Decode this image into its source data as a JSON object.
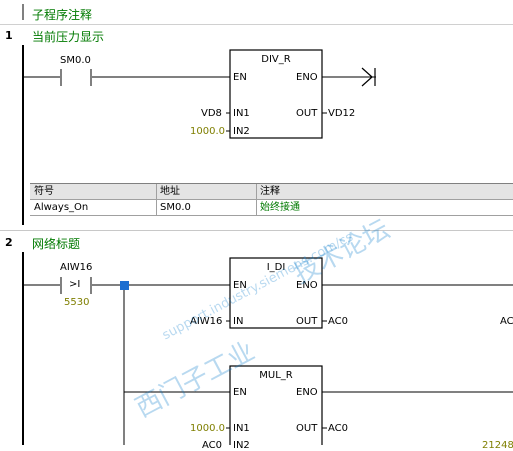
{
  "title_comment": "子程序注释",
  "networks": [
    {
      "number": "1",
      "title": "当前压力显示",
      "contact": {
        "operand": "SM0.0"
      },
      "block": {
        "name": "DIV_R",
        "pins": {
          "en": "EN",
          "eno": "ENO",
          "in1": "IN1",
          "in2": "IN2",
          "out": "OUT"
        },
        "in1_operand": "VD8",
        "in2_operand": "1000.0",
        "out_operand": "VD12"
      },
      "symbol_table": {
        "headers": [
          "符号",
          "地址",
          "注释"
        ],
        "rows": [
          [
            "Always_On",
            "SM0.0",
            "始终接通"
          ]
        ]
      }
    },
    {
      "number": "2",
      "title": "网络标题",
      "contact": {
        "operand": "AIW16",
        "type": ">I",
        "compare_value": "5530"
      },
      "blocks": [
        {
          "name": "I_DI",
          "pins": {
            "en": "EN",
            "eno": "ENO",
            "in": "IN",
            "out": "OUT"
          },
          "in_operand": "AIW16",
          "out_operand": "AC0",
          "right_operand": "AC"
        },
        {
          "name": "MUL_R",
          "pins": {
            "en": "EN",
            "eno": "ENO",
            "in1": "IN1",
            "in2": "IN2",
            "out": "OUT"
          },
          "in1_operand": "1000.0",
          "in2_operand": "AC0",
          "out_operand": "AC0",
          "right_operand": "21248"
        }
      ]
    }
  ],
  "watermark": {
    "line1": "西门子工业",
    "line2": "support.industry.siemens.com/cs",
    "line3": "技术论坛"
  },
  "colors": {
    "comment_green": "#007a00",
    "constant_olive": "#7f7f00",
    "junction_blue": "#1e6fd0",
    "watermark": "#0078c8"
  }
}
